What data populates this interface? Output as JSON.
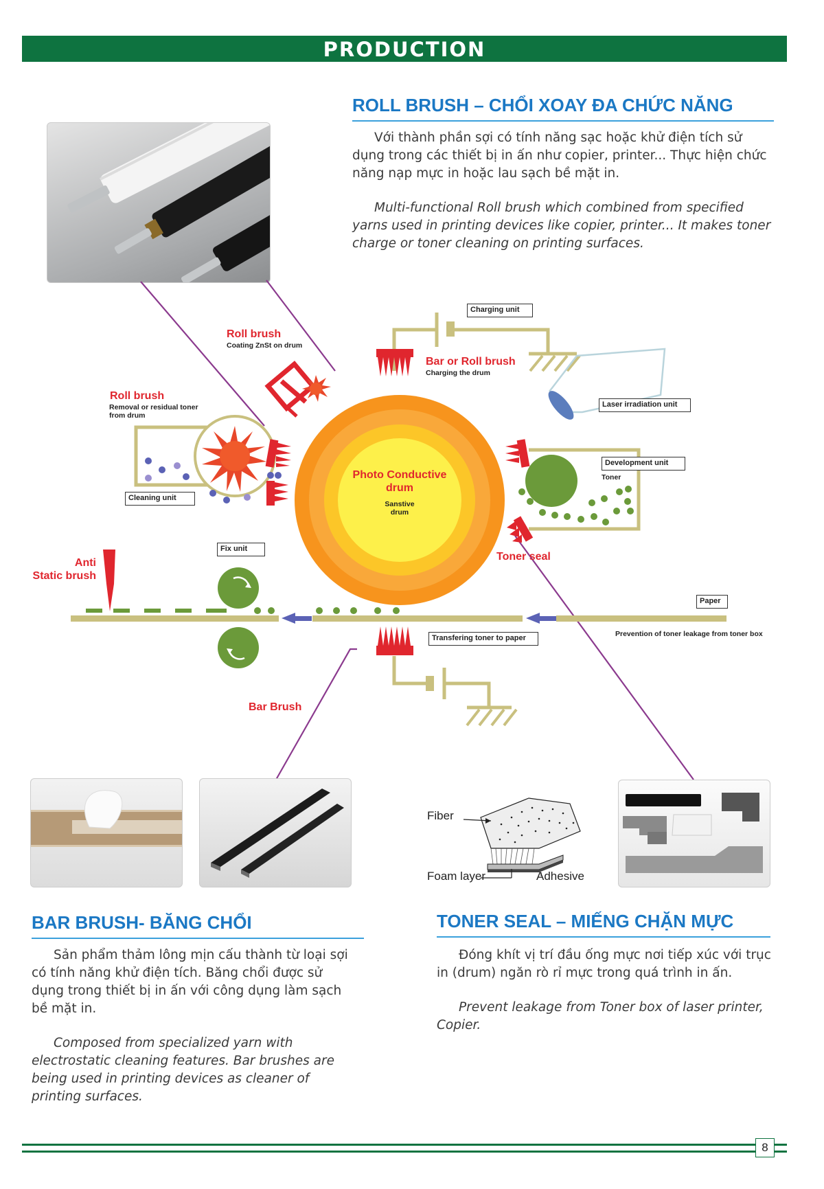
{
  "header": {
    "title": "PRODUCTION"
  },
  "roll_brush": {
    "title": "ROLL BRUSH – CHỔI XOAY ĐA CHỨC NĂNG",
    "vi": "Với thành phần sợi có tính năng sạc hoặc khử điện tích sử dụng trong các thiết bị in ấn như copier, printer... Thực hiện chức năng nạp mực in hoặc lau sạch bề mặt in.",
    "en": "Multi-functional Roll brush which combined from specified yarns used in printing devices like copier, printer... It makes toner charge or toner cleaning on printing surfaces."
  },
  "diagram": {
    "roll_brush_coating": {
      "label": "Roll brush",
      "sub": "Coating ZnSt on drum"
    },
    "roll_brush_removal": {
      "label": "Roll brush",
      "sub1": "Removal or residual toner",
      "sub2": "from drum"
    },
    "bar_roll_brush": {
      "label": "Bar or Roll brush",
      "sub": "Charging the drum"
    },
    "charging_unit": "Charging unit",
    "laser_unit": "Laser irradiation unit",
    "development_unit": "Development unit",
    "toner": "Toner",
    "cleaning_unit": "Cleaning unit",
    "drum_title_1": "Photo Conductive",
    "drum_title_2": "drum",
    "drum_sub_1": "Sanstive",
    "drum_sub_2": "drum",
    "fix_unit": "Fix unit",
    "anti_static_1": "Anti",
    "anti_static_2": "Static brush",
    "toner_seal": "Toner seal",
    "paper": "Paper",
    "transfer": "Transfering toner to paper",
    "prevention": "Prevention of toner leakage from toner box",
    "bar_brush": "Bar Brush"
  },
  "seal_diagram": {
    "fiber": "Fiber",
    "foam": "Foam layer",
    "adhesive": "Adhesive"
  },
  "bar_brush_section": {
    "title": "BAR BRUSH- BĂNG CHỔI",
    "vi": "Sản phẩm thảm lông mịn cấu thành từ loại sợi có tính năng khử điện tích. Băng chổi được sử dụng trong thiết bị in ấn với công dụng làm sạch bề mặt in.",
    "en": "Composed from specialized yarn with electrostatic cleaning features. Bar brushes are being used in printing devices as cleaner of printing surfaces."
  },
  "toner_seal_section": {
    "title": "TONER SEAL – MIẾNG CHẶN MỰC",
    "vi": "Đóng khít vị trí đầu ống mực nơi tiếp xúc với trục in (drum) ngăn rò rỉ mực trong quá trình in ấn.",
    "en": "Prevent leakage from Toner box of laser printer, Copier."
  },
  "footer": {
    "page": "8"
  },
  "colors": {
    "green": "#0e7340",
    "blue": "#1b78c4",
    "red": "#e0262e",
    "olive": "#c9c07f"
  }
}
